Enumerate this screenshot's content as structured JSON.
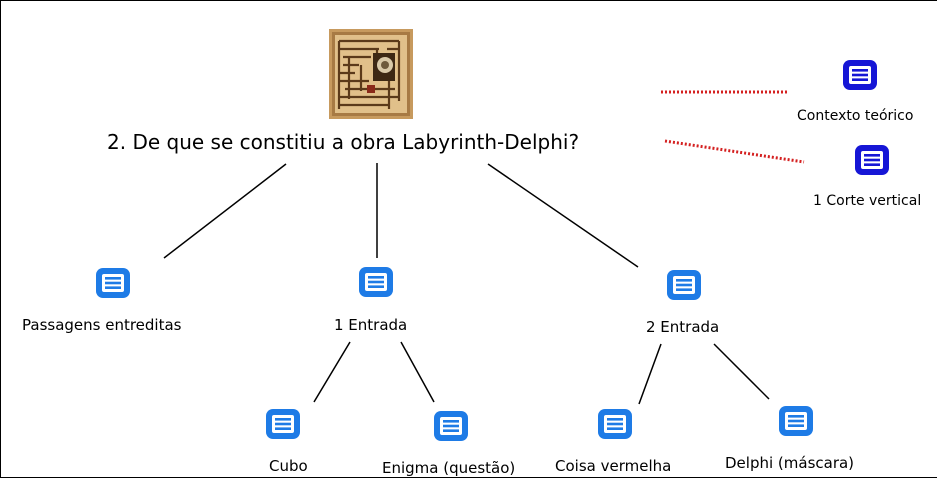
{
  "root": {
    "title": "2. De que se constitiu a obra Labyrinth-Delphi?",
    "image": "labyrinth-artwork"
  },
  "nodes": {
    "passagens": "Passagens entreditas",
    "entrada1": "1 Entrada",
    "entrada2": "2 Entrada",
    "cubo": "Cubo",
    "enigma": "Enigma (questão)",
    "coisa": "Coisa vermelha",
    "delphi": "Delphi (máscara)",
    "contexto": "Contexto teórico",
    "corte": "1 Corte vertical"
  },
  "colors": {
    "node_icon": "#1e7be6",
    "link_icon": "#1616d6",
    "dotted_link": "#d42020",
    "edge": "#000000"
  },
  "icons": {
    "topic": "note-icon",
    "linked_topic": "note-icon"
  }
}
